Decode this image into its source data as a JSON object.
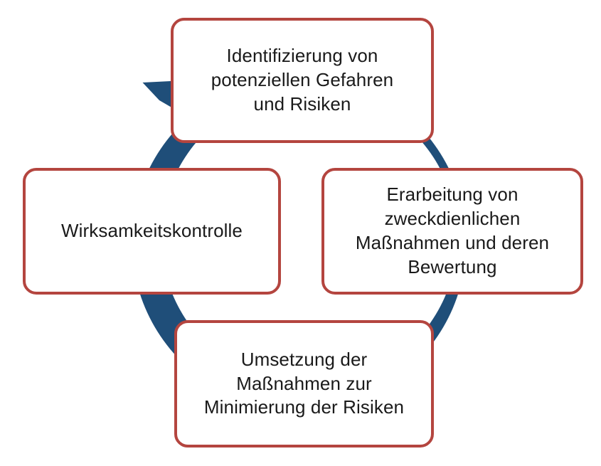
{
  "diagram": {
    "type": "cycle",
    "title": "",
    "background_color": "#FFFFFF",
    "arrow": {
      "name": "clockwise-cycle-arrow",
      "color": "#1F4E79",
      "direction": "clockwise",
      "shape": "circular-arc-with-arrowhead",
      "arrowhead_position": "upper-left"
    },
    "box_style": {
      "border_color": "#B4453F",
      "fill_color": "#FFFFFF",
      "text_color": "#1A1A1A"
    },
    "steps": [
      {
        "id": "identify",
        "order": 1,
        "position": "top",
        "label": "Identifizierung von\npotenziellen Gefahren\nund Risiken"
      },
      {
        "id": "measures",
        "order": 2,
        "position": "right",
        "label": "Erarbeitung von\nzweckdienlichen\nMaßnahmen und deren\nBewertung"
      },
      {
        "id": "implement",
        "order": 3,
        "position": "bottom",
        "label": "Umsetzung der\nMaßnahmen zur\nMinimierung der Risiken"
      },
      {
        "id": "effectiveness",
        "order": 4,
        "position": "left",
        "label": "Wirksamkeitskontrolle"
      }
    ]
  }
}
